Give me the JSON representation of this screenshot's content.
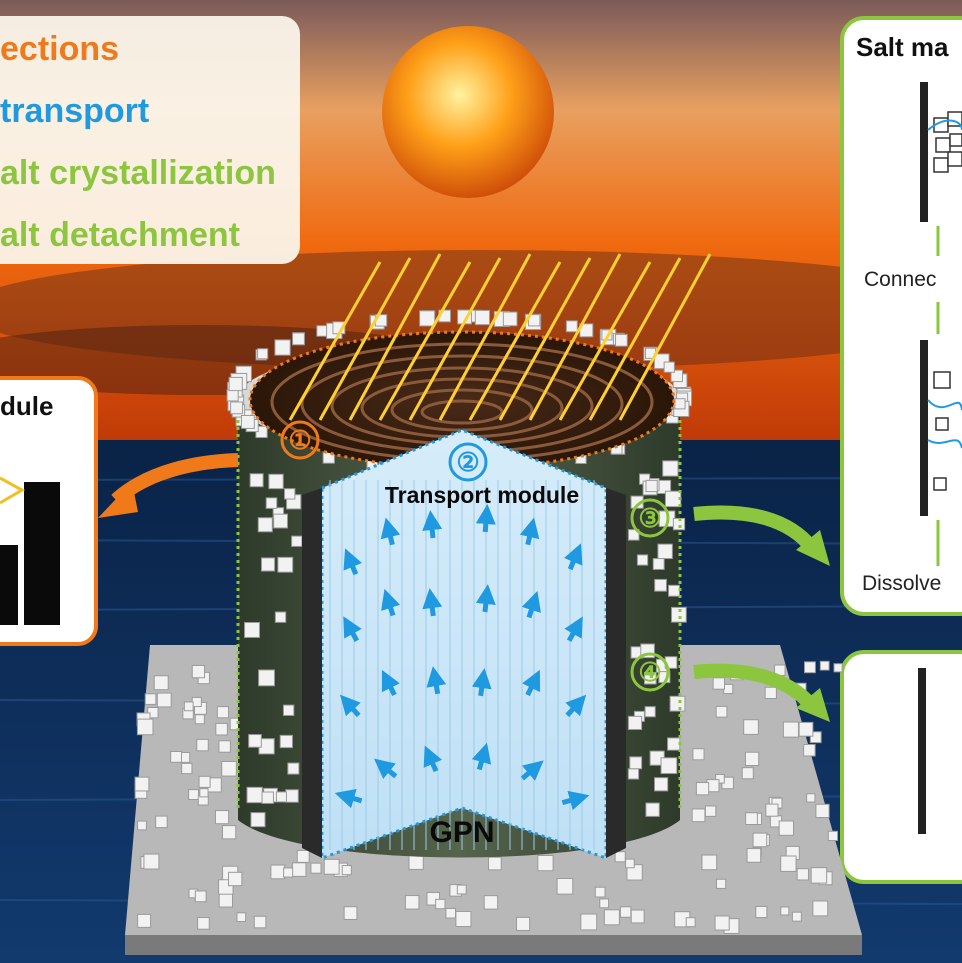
{
  "legend": {
    "line1": "ections",
    "line2": "transport",
    "line3": "alt crystallization",
    "line4": "alt detachment"
  },
  "left_panel": {
    "title": "dule"
  },
  "right_top_panel": {
    "title": "Salt ma",
    "connect_label": "Connec",
    "dissolve_label": "Dissolve"
  },
  "main": {
    "transport_label": "Transport module",
    "base_label": "GPN"
  },
  "markers": {
    "m1": "①",
    "m2": "②",
    "m3": "③",
    "m4": "④"
  },
  "colors": {
    "orange": "#f07a1a",
    "blue": "#1f9ae0",
    "green": "#8cc63f",
    "sky_top": "#3a2a3a",
    "sun": "#ffb020",
    "sea": "#0b2a52"
  }
}
